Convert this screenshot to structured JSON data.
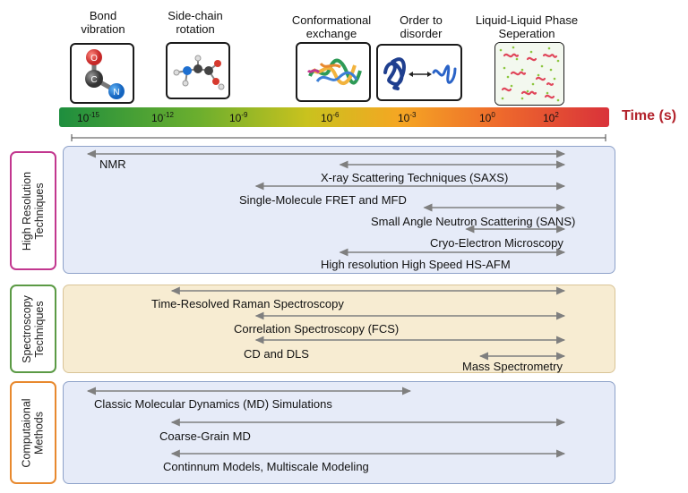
{
  "processes": [
    {
      "key": "bond",
      "label_lines": [
        "Bond",
        "vibration"
      ]
    },
    {
      "key": "sidechain",
      "label_lines": [
        "Side-chain",
        "rotation"
      ]
    },
    {
      "key": "conformational",
      "label_lines": [
        "Conformational",
        "exchange"
      ]
    },
    {
      "key": "order",
      "label_lines": [
        "Order to",
        "disorder"
      ]
    },
    {
      "key": "llps",
      "label_lines": [
        "Liquid-Liquid Phase",
        "Seperation"
      ]
    }
  ],
  "molecule_atoms": {
    "oxygen": "O",
    "carbon": "C",
    "nitrogen": "N"
  },
  "timescale": {
    "axis_label": "Time (s)",
    "ticks": [
      {
        "base": "10",
        "exp": "-15"
      },
      {
        "base": "10",
        "exp": "-12"
      },
      {
        "base": "10",
        "exp": "-9"
      },
      {
        "base": "10",
        "exp": "-6"
      },
      {
        "base": "10",
        "exp": "-3"
      },
      {
        "base": "10",
        "exp": "0"
      },
      {
        "base": "10",
        "exp": "2"
      }
    ]
  },
  "groups": [
    {
      "key": "high-resolution",
      "title_lines": [
        "High Resolution",
        "Techniques"
      ],
      "border_color": "#c2378f",
      "box_color": "#e6ebf8",
      "techniques": [
        {
          "label": "NMR",
          "range_exp": [
            -15,
            2
          ]
        },
        {
          "label": "X-ray Scattering Techniques (SAXS)",
          "range_exp": [
            -6,
            2
          ]
        },
        {
          "label": "Single-Molecule FRET and MFD",
          "range_exp": [
            -9,
            2
          ]
        },
        {
          "label": "Small Angle Neutron Scattering (SANS)",
          "range_exp": [
            -3,
            2
          ]
        },
        {
          "label": "Cryo-Electron Microscopy",
          "range_exp": [
            -1.5,
            2
          ]
        },
        {
          "label": "High resolution High Speed  HS-AFM",
          "range_exp": [
            -6,
            2
          ]
        }
      ]
    },
    {
      "key": "spectroscopy",
      "title_lines": [
        "Spectroscopy",
        "Techniques"
      ],
      "border_color": "#5b9a45",
      "box_color": "#f7ecd2",
      "techniques": [
        {
          "label": "Time-Resolved Raman Spectroscopy",
          "range_exp": [
            -12,
            2
          ]
        },
        {
          "label": "Correlation Spectroscopy (FCS)",
          "range_exp": [
            -9,
            2
          ]
        },
        {
          "label": "CD and DLS",
          "range_exp": [
            -9,
            2
          ]
        },
        {
          "label": "Mass Spectrometry",
          "range_exp": [
            -1,
            2
          ]
        }
      ]
    },
    {
      "key": "computational",
      "title_lines": [
        "Computaional",
        "Methods"
      ],
      "border_color": "#e8892e",
      "box_color": "#e6ebf8",
      "techniques": [
        {
          "label": "Classic Molecular Dynamics (MD) Simulations",
          "range_exp": [
            -15,
            -3.5
          ]
        },
        {
          "label": "Coarse-Grain MD",
          "range_exp": [
            -12,
            2
          ]
        },
        {
          "label": "Continnum Models, Multiscale Modeling",
          "range_exp": [
            -12,
            2
          ]
        }
      ]
    }
  ]
}
